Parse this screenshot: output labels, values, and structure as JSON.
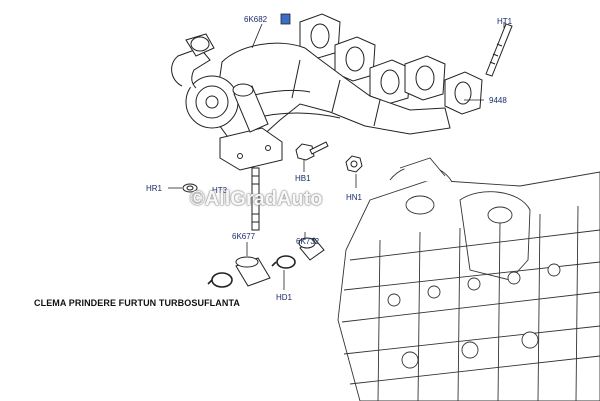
{
  "watermark": "©AllGradAuto",
  "caption": "CLEMA PRINDERE FURTUN TURBOSUFLANTA",
  "labels": {
    "p6K682": "6K682",
    "pHT1": "HT1",
    "p9448": "9448",
    "pHR1": "HR1",
    "pHT3": "HT3",
    "pHB1": "HB1",
    "pHN1": "HN1",
    "p6K732": "6K732",
    "p6K677": "6K677",
    "pHD1": "HD1"
  },
  "colors": {
    "label_text": "#1a2c6a",
    "line": "#222222",
    "highlight": "#3b6ec9"
  }
}
